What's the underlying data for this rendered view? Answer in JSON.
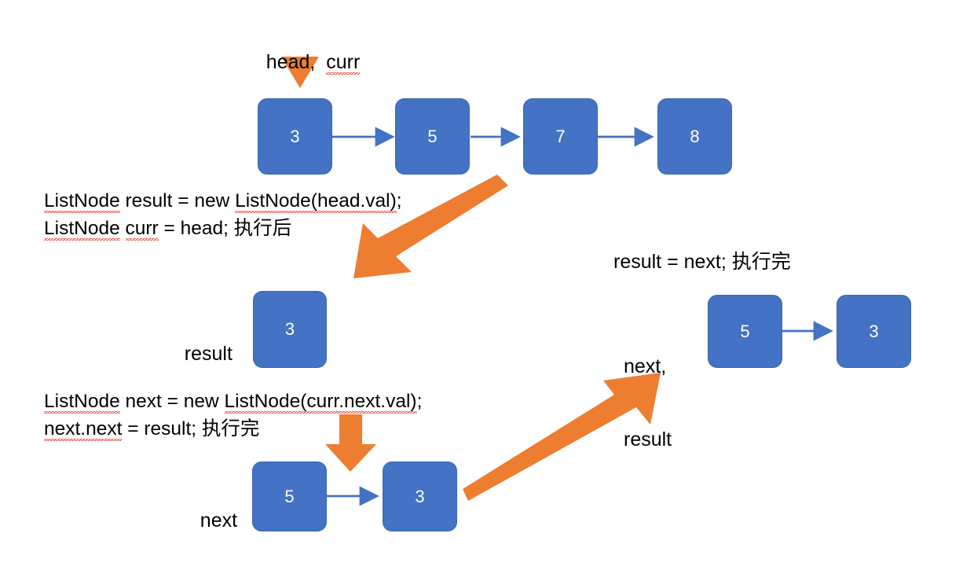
{
  "theme": {
    "node_fill": "#4472C4",
    "node_text": "#FFFFFF",
    "arrow_blue": "#4472C4",
    "arrow_orange": "#ED7D31",
    "spellcheck_red": "#E8392E",
    "background": "#FFFFFF",
    "text_color": "#000000"
  },
  "pointers": {
    "head_curr": "head,  curr",
    "result": "result",
    "next": "next",
    "next_result_line1": "next,",
    "next_result_line2": "result"
  },
  "headings": {
    "result_eq_next": "result = next; 执行完"
  },
  "code_blocks": [
    {
      "id": "code-block-1",
      "lines": [
        [
          {
            "text": "ListNode",
            "spellcheck": true
          },
          {
            "text": " result = new ",
            "spellcheck": false
          },
          {
            "text": "ListNode(head.val)",
            "spellcheck": true
          },
          {
            "text": ";",
            "spellcheck": false
          }
        ],
        [
          {
            "text": "ListNode",
            "spellcheck": true
          },
          {
            "text": " ",
            "spellcheck": false
          },
          {
            "text": "curr",
            "spellcheck": true
          },
          {
            "text": " = head; 执行后",
            "spellcheck": false
          }
        ]
      ]
    },
    {
      "id": "code-block-2",
      "lines": [
        [
          {
            "text": "ListNode",
            "spellcheck": true
          },
          {
            "text": " next = new ",
            "spellcheck": false
          },
          {
            "text": "ListNode(curr.next.val)",
            "spellcheck": true
          },
          {
            "text": ";",
            "spellcheck": false
          }
        ],
        [
          {
            "text": "next.next",
            "spellcheck": true
          },
          {
            "text": " = result; 执行完",
            "spellcheck": false
          }
        ]
      ]
    }
  ],
  "lists": {
    "original": {
      "name": "original-list",
      "values": [
        "3",
        "5",
        "7",
        "8"
      ]
    },
    "result_single": {
      "name": "result-list",
      "values": [
        "3"
      ]
    },
    "next_bottom": {
      "name": "next-list",
      "values": [
        "5",
        "3"
      ]
    },
    "next_result_right": {
      "name": "next-result-list",
      "values": [
        "5",
        "3"
      ]
    }
  },
  "arrows": {
    "head_pointer": "down-triangle-marker",
    "step1_diagonal": "orange-arrow-down-left",
    "step2_down": "orange-arrow-down",
    "step3_diagonal": "orange-arrow-up-right"
  }
}
